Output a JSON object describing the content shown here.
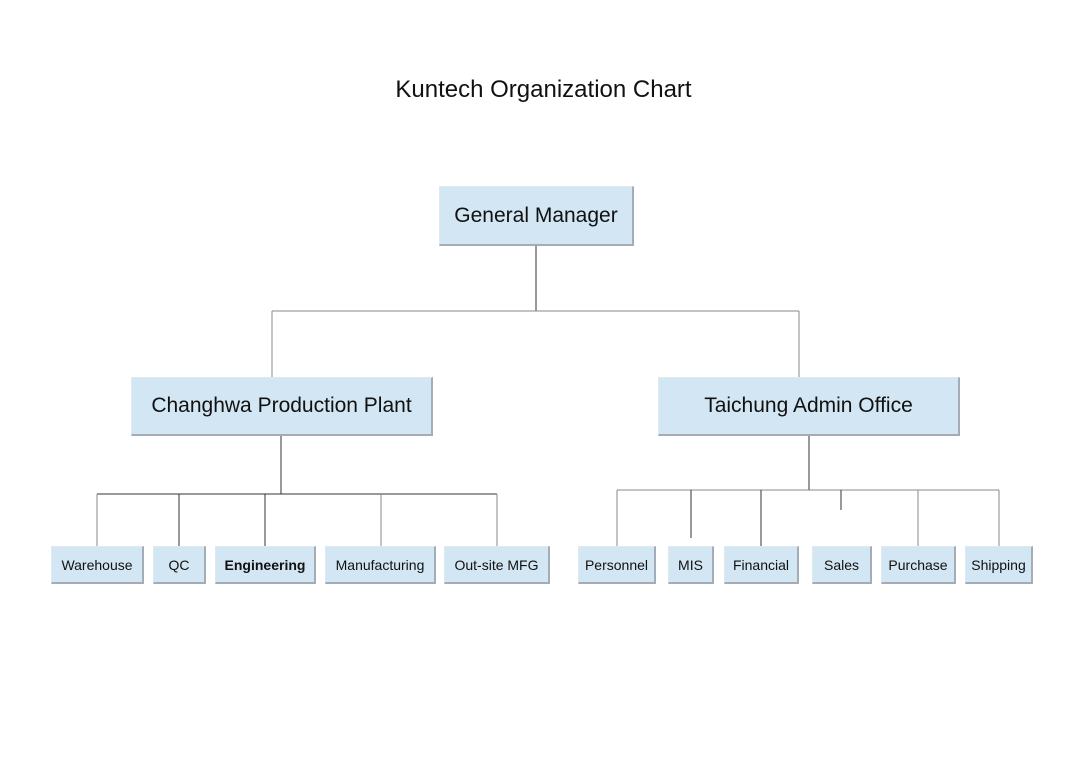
{
  "title": "Kuntech Organization Chart",
  "colors": {
    "box_fill": "#d3e6f3",
    "line": "#333333"
  },
  "root": {
    "label": "General Manager"
  },
  "divisions": [
    {
      "label": "Changhwa Production Plant",
      "departments": [
        "Warehouse",
        "QC",
        "Engineering",
        "Manufacturing",
        "Out-site MFG"
      ]
    },
    {
      "label": "Taichung Admin Office",
      "departments": [
        "Personnel",
        "MIS",
        "Financial",
        "Sales",
        "Purchase",
        "Shipping"
      ]
    }
  ]
}
